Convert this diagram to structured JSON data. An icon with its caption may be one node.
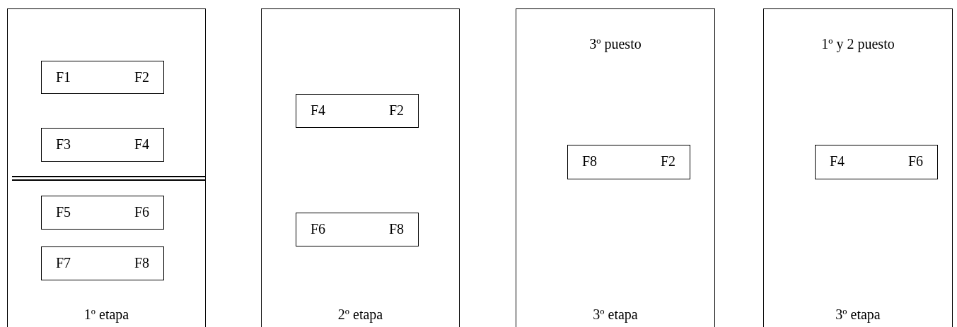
{
  "diagram": {
    "nodes": [
      {
        "text": [
          "1º etapa"
        ]
      },
      {
        "text": [
          "F1",
          "F2"
        ],
        "in": 0
      },
      {
        "text": [
          "F3",
          "F4"
        ],
        "in": 0
      },
      {
        "text": [
          "F5",
          "F6"
        ],
        "in": 0
      },
      {
        "text": [
          "F7",
          "F8"
        ],
        "in": 0
      },
      {
        "text": [
          "2º etapa"
        ]
      },
      {
        "text": [
          "F4",
          "F2"
        ],
        "in": 5
      },
      {
        "text": [
          "F6",
          "F8"
        ],
        "in": 5
      },
      {
        "text": [
          "3º puesto",
          "3º etapa"
        ]
      },
      {
        "text": [
          "F8",
          "F2"
        ],
        "in": 8
      },
      {
        "text": [
          "1º y 2 puesto",
          "3º etapa"
        ]
      },
      {
        "text": [
          "F4",
          "F6"
        ],
        "in": 10
      }
    ]
  }
}
